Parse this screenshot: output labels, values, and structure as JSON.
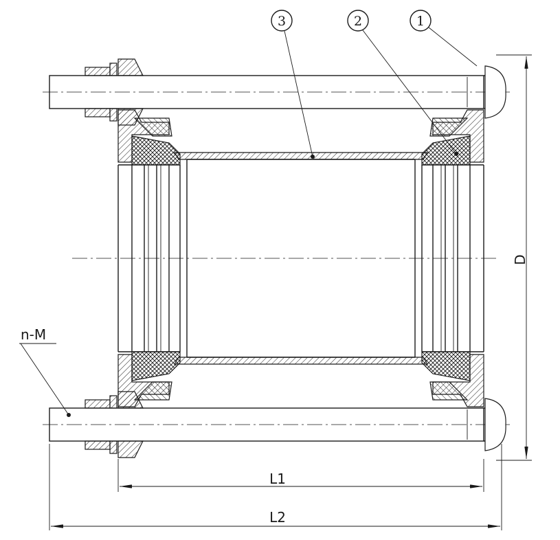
{
  "callouts": [
    {
      "id": "1",
      "text": "1"
    },
    {
      "id": "2",
      "text": "2"
    },
    {
      "id": "3",
      "text": "3"
    }
  ],
  "labels": {
    "bolt": "n-M",
    "diameter": "D",
    "length1": "L1",
    "length2": "L2"
  }
}
